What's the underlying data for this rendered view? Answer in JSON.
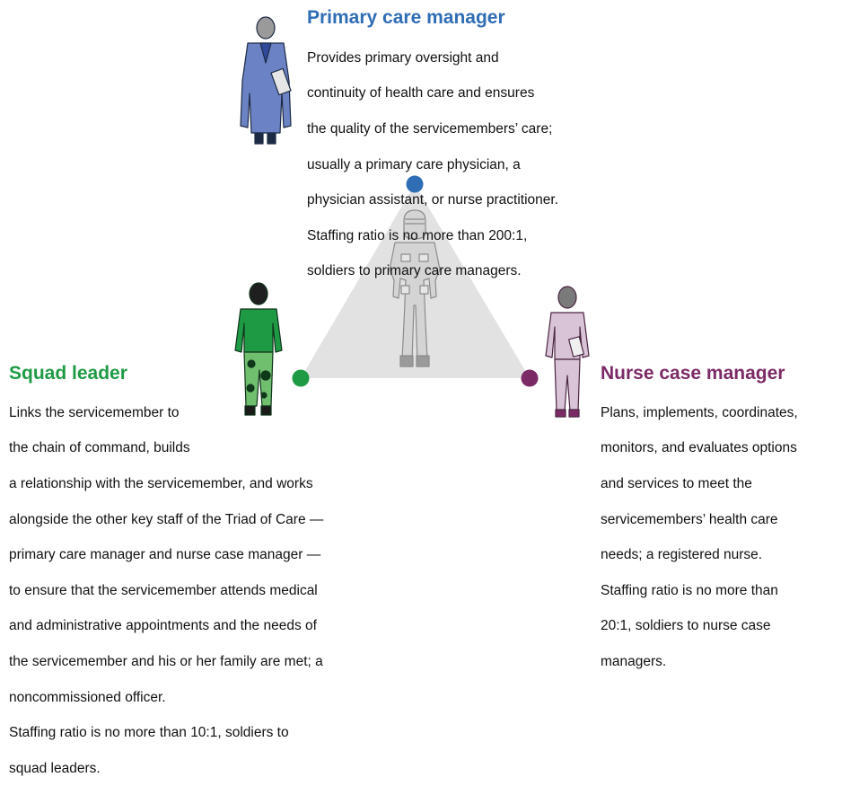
{
  "colors": {
    "primary": "#2f6db5",
    "squad": "#1e9a44",
    "nurse": "#7b2a66",
    "triangle": "#e2e2e2",
    "text": "#111111"
  },
  "primary_care": {
    "title": "Primary care manager",
    "lines": [
      "Provides primary oversight and",
      "continuity of health care and ensures",
      "the quality of the servicemembers’ care;",
      "usually a primary care physician, a",
      "physician assistant, or nurse practitioner.",
      "Staffing ratio is no more than 200:1,",
      "soldiers to primary care managers."
    ]
  },
  "squad_leader": {
    "title": "Squad leader",
    "lines": [
      "Links the servicemember to",
      "the chain of command, builds",
      "a relationship with the servicemember, and works",
      "alongside the other key staff of the Triad of Care —",
      "primary care manager and nurse case manager —",
      "to ensure that the servicemember attends medical",
      "and administrative appointments and the needs of",
      "the servicemember and his or her family are met; a",
      "noncommissioned officer.",
      "Staffing ratio is no more than 10:1, soldiers to",
      "squad leaders."
    ]
  },
  "nurse_case": {
    "title": "Nurse case manager",
    "lines": [
      "Plans, implements, coordinates,",
      "monitors, and evaluates options",
      "and services to meet the",
      "servicemembers’ health care",
      "needs; a registered nurse.",
      "Staffing ratio is no more than",
      "20:1, soldiers to nurse case",
      "managers."
    ]
  },
  "icons": {
    "primary_figure": "physician-in-lab-coat-icon",
    "squad_figure": "soldier-in-camouflage-icon",
    "nurse_figure": "nurse-in-scrubs-icon",
    "center_figure": "wounded-servicemember-icon"
  }
}
